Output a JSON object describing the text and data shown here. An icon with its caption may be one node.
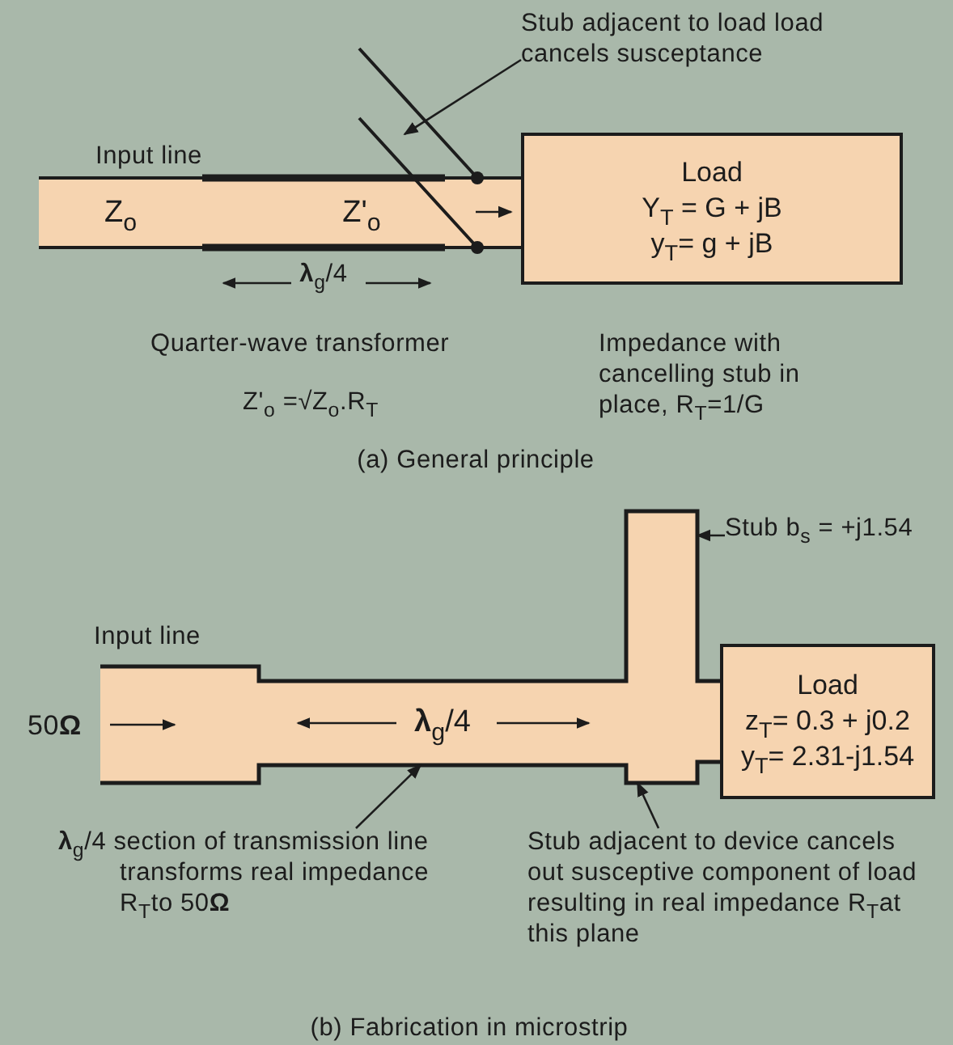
{
  "diagram": {
    "nodes": [
      {
        "text": [
          "Load",
          "Y$_{T}$ = G + jB",
          "y$_{T}$= g + jB"
        ]
      },
      {
        "text": [
          "Stub adjacent to load load cancels susceptance"
        ]
      },
      {
        "text": [
          "Z$_{o}$"
        ]
      },
      {
        "text": [
          "Z'$_{o}$"
        ],
        "beside": [
          "**λ**$_{g}$/4"
        ]
      },
      {
        "text": [],
        "shape": "bar"
      },
      {
        "text": [],
        "shape": "box",
        "beside": [
          "50**Ω**"
        ]
      },
      {
        "text": [
          "**λ**$_{g}$/4"
        ]
      },
      {
        "text": [],
        "shape": "box"
      },
      {
        "text": [
          "Load",
          "z$_{T}$= 0.3 + j0.2",
          "y$_{T}$= 2.31-j1.54"
        ]
      },
      {
        "text": [
          "Stub b$_{s}$ = +j1.54"
        ]
      },
      {
        "text": [
          "**λ**$_{g}$/4 section of transmission line transforms real impedance R$_{T}$to 50**Ω**"
        ]
      },
      {
        "text": [
          "Stub adjacent to device cancels out susceptive component of load resulting in real impedance R$_{T}$at this plane"
        ]
      }
    ],
    "edges": [
      {
        "from": 1,
        "to": 4,
        "arrow": "to"
      },
      {
        "from": 9,
        "to": 7,
        "arrow": "to"
      },
      {
        "from": 10,
        "to": 6,
        "arrow": "to"
      },
      {
        "from": 11,
        "to": 7,
        "arrow": "to"
      }
    ],
    "labels": [
      "Input line",
      "Quarter-wave transformer",
      "Z'$_{o}$ =√Z$_{o}$.R$_{T}$",
      "Impedance with cancelling stub in place, R$_{T}$=1/G",
      "(a) General principle",
      "Input line",
      "(b) Fabrication in microstrip"
    ]
  }
}
